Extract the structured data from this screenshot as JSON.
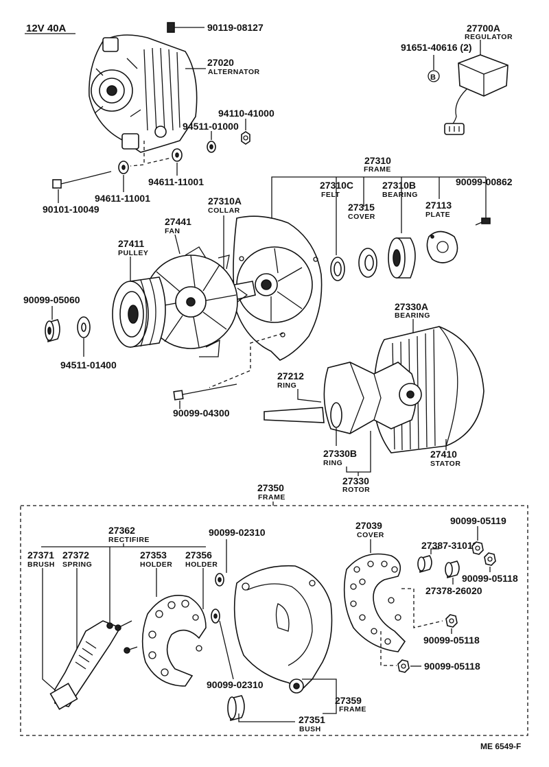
{
  "header": "12V 40A",
  "footer": "ME 6549-F",
  "parts": {
    "bolt_top": "90119-08127",
    "alternator": {
      "num": "27020",
      "name": "ALTERNATOR"
    },
    "regulator": {
      "num": "27700A",
      "name": "REGULATOR"
    },
    "reg_screw": "91651-40616 (2)",
    "reg_mark": "B",
    "nut_94110": "94110-41000",
    "washer_94511a": "94511-01000",
    "washer_94611": "94611-11001",
    "washer_94611b": "94611-11001",
    "bolt_long": "90101-10049",
    "frame": {
      "num": "27310",
      "name": "FRAME"
    },
    "collar": {
      "num": "27310A",
      "name": "COLLAR"
    },
    "felt": {
      "num": "27310C",
      "name": "FELT"
    },
    "bearing_b": {
      "num": "27310B",
      "name": "BEARING"
    },
    "screw_00862": "90099-00862",
    "cover_27315": {
      "num": "27315",
      "name": "COVER"
    },
    "plate": {
      "num": "27113",
      "name": "PLATE"
    },
    "fan": {
      "num": "27441",
      "name": "FAN"
    },
    "pulley": {
      "num": "27411",
      "name": "PULLEY"
    },
    "nut_05060": "90099-05060",
    "washer_01400": "94511-01400",
    "bearing_a": {
      "num": "27330A",
      "name": "BEARING"
    },
    "ring_27212": {
      "num": "27212",
      "name": "RING"
    },
    "bolt_04300": "90099-04300",
    "ring_27330b": {
      "num": "27330B",
      "name": "RING"
    },
    "stator": {
      "num": "27410",
      "name": "STATOR"
    },
    "rotor": {
      "num": "27330",
      "name": "ROTOR"
    },
    "rear_frame": {
      "num": "27350",
      "name": "FRAME"
    },
    "rectifier": {
      "num": "27362",
      "name": "RECTIFIRE"
    },
    "brush": {
      "num": "27371",
      "name": "BRUSH"
    },
    "spring": {
      "num": "27372",
      "name": "SPRING"
    },
    "holder_53": {
      "num": "27353",
      "name": "HOLDER"
    },
    "holder_56": {
      "num": "27356",
      "name": "HOLDER"
    },
    "washer_02310a": "90099-02310",
    "washer_02310b": "90099-02310",
    "cover_27039": {
      "num": "27039",
      "name": "COVER"
    },
    "ins_31011": "27387-31011",
    "nut_05119": "90099-05119",
    "nut_05118a": "90099-05118",
    "ins_26020": "27378-26020",
    "nut_05118b": "90099-05118",
    "nut_05118c": "90099-05118",
    "frame_27359": {
      "num": "27359",
      "name": "FRAME"
    },
    "bush": {
      "num": "27351",
      "name": "BUSH"
    }
  }
}
